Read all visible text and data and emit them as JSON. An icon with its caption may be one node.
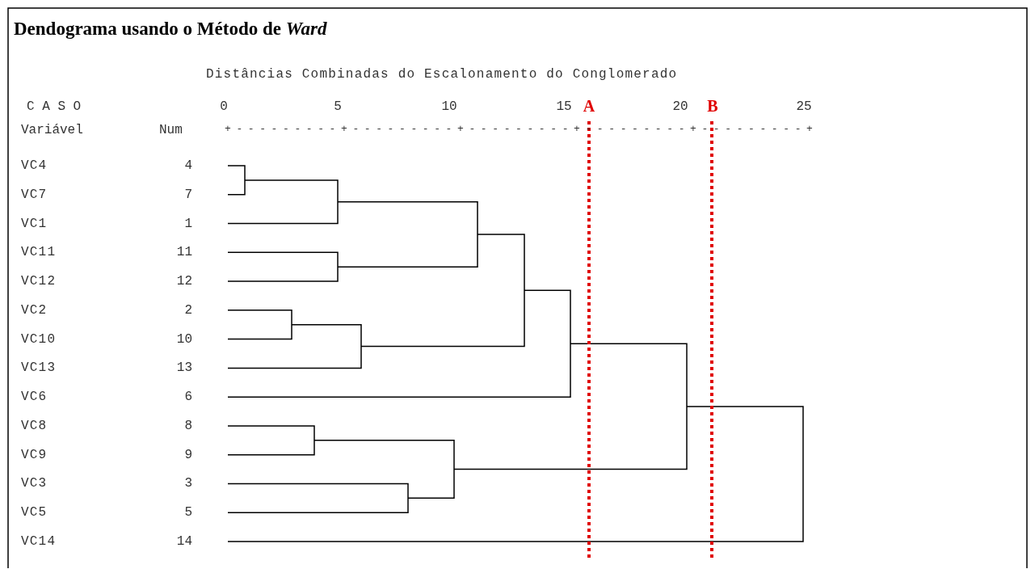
{
  "diagram": {
    "title": "Dendograma usando o Método de *Ward*",
    "labels": [
      "Distâncias Combinadas do Escalonamento do Conglomerado",
      "C A S O",
      "0",
      "5",
      "10",
      "15",
      "A",
      "20",
      "B",
      "25",
      "Variável",
      "Num",
      "+---------+---------+---------+---------+---------+",
      "VC4",
      "4",
      "VC7",
      "7",
      "VC1",
      "1",
      "VC11",
      "11",
      "VC12",
      "12",
      "VC2",
      "2",
      "VC10",
      "10",
      "VC13",
      "13",
      "VC6",
      "6",
      "VC8",
      "8",
      "VC9",
      "9",
      "VC3",
      "3",
      "VC5",
      "5",
      "VC14",
      "14"
    ]
  }
}
